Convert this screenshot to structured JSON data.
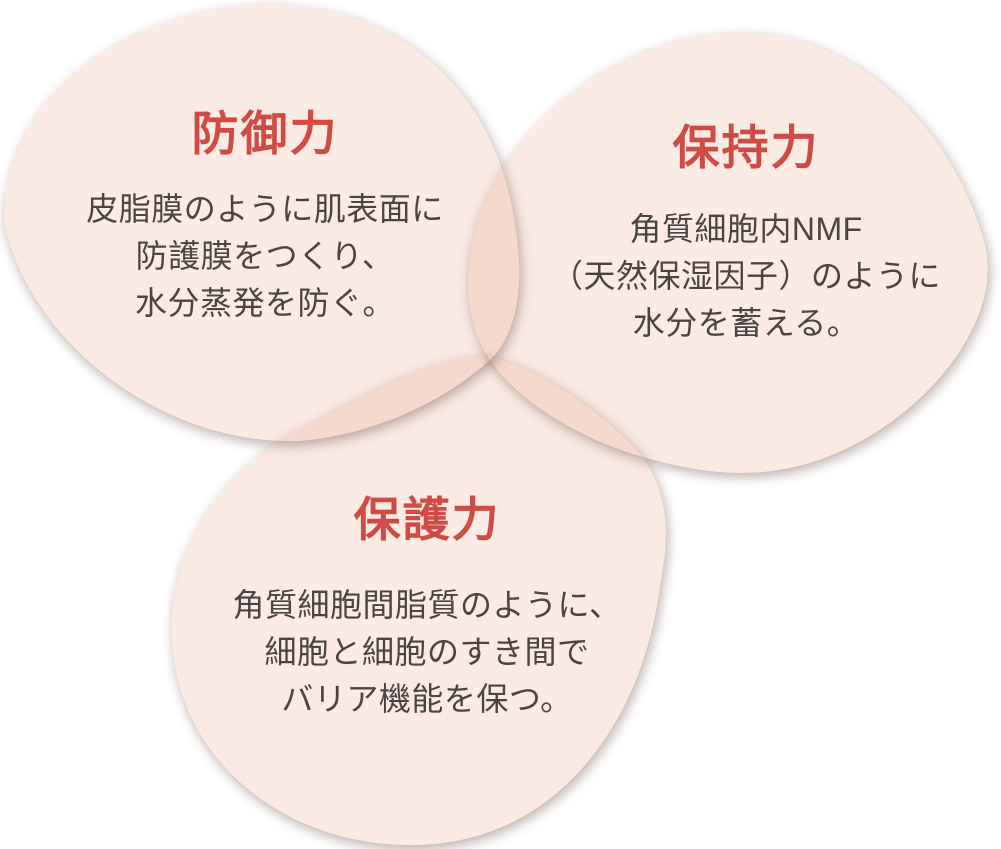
{
  "diagram": {
    "type": "venn-3-blobs",
    "background_color": "#ffffff",
    "blob_fill": "#fbebe4",
    "overlap_fill": "#f7d8ca",
    "title_color": "#d04b45",
    "body_color": "#4a4543",
    "circles": [
      {
        "key": "defense",
        "title": "防御力",
        "lines": [
          "皮脂膜のように肌表面に",
          "防護膜をつくり、",
          "水分蒸発を防ぐ。"
        ]
      },
      {
        "key": "retention",
        "title": "保持力",
        "lines": [
          "角質細胞内NMF",
          "（天然保湿因子）のように",
          "水分を蓄える。"
        ]
      },
      {
        "key": "protection",
        "title": "保護力",
        "lines": [
          "角質細胞間脂質のように、",
          "細胞と細胞のすき間で",
          "バリア機能を保つ。"
        ]
      }
    ]
  }
}
